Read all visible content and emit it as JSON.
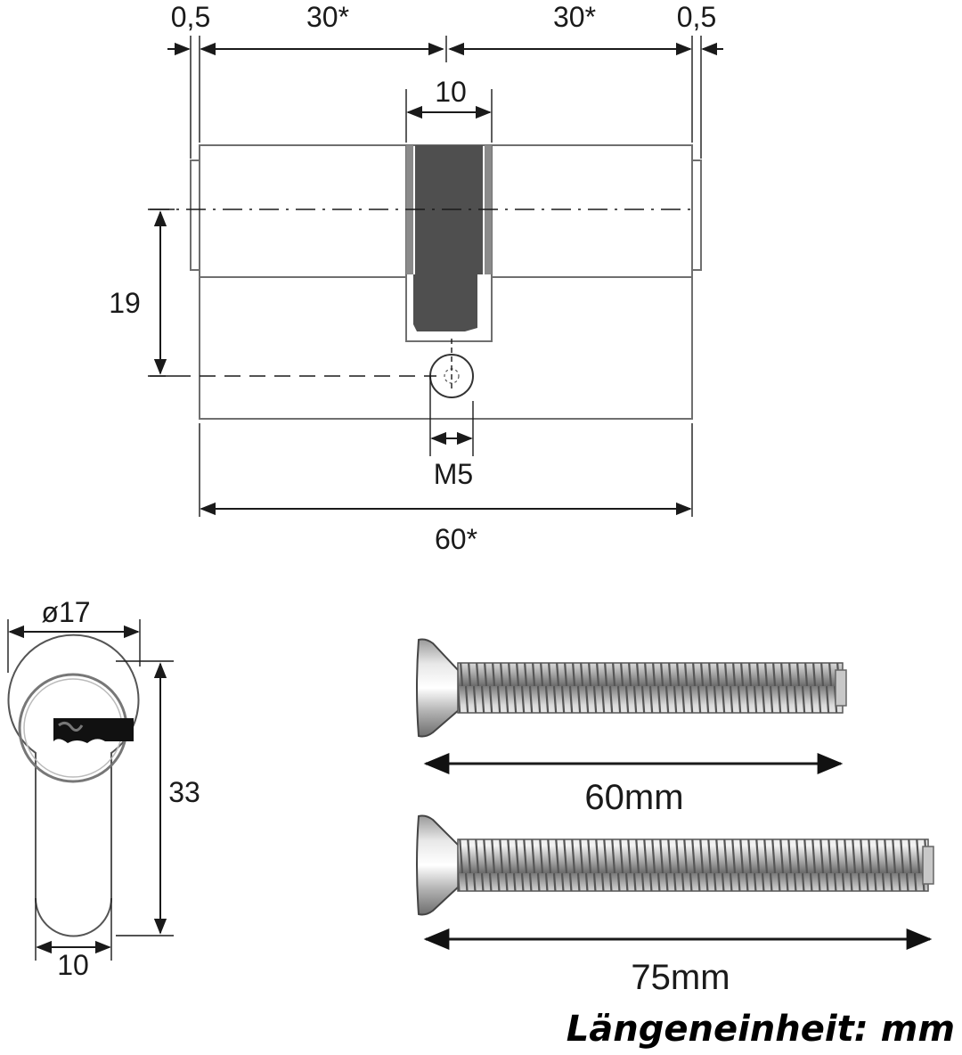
{
  "cylinder_front": {
    "dim_left_flange": "0,5",
    "dim_left_half": "30*",
    "dim_right_half": "30*",
    "dim_right_flange": "0,5",
    "dim_cam": "10",
    "dim_height": "19",
    "dim_screw_thread": "M5",
    "dim_total": "60*"
  },
  "cylinder_profile": {
    "dim_diameter": "ø17",
    "dim_height": "33",
    "dim_width": "10"
  },
  "screws": [
    {
      "length_label": "60mm"
    },
    {
      "length_label": "75mm"
    }
  ],
  "unit_note": "Längeneinheit: mm"
}
